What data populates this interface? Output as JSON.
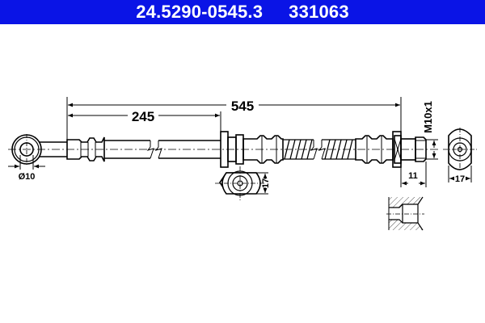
{
  "header": {
    "part_number": "24.5290-0545.3",
    "ref_number": "331063",
    "background_color": "#0a14e6",
    "text_color": "#ffffff"
  },
  "drawing": {
    "subject": "brake-hose",
    "dimensions": {
      "overall_length": "545",
      "partial_length": "245",
      "eye_diameter": "Ø10",
      "thread": "M10x1",
      "thread_length": "11",
      "fitting_width_mid": "17",
      "fitting_width_end": "17"
    }
  }
}
